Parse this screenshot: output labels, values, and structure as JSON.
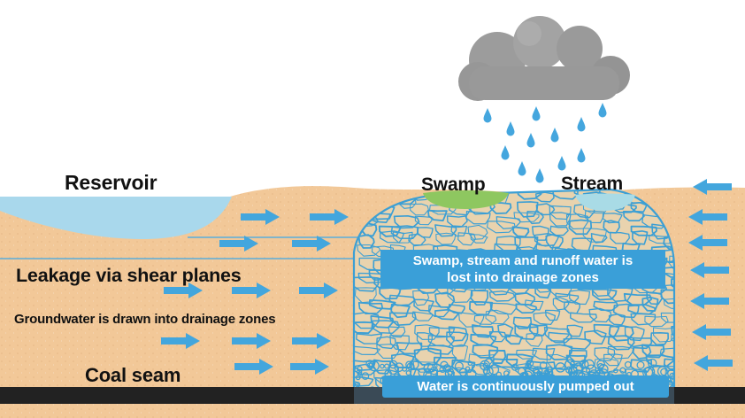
{
  "labels": {
    "reservoir": "Reservoir",
    "swamp": "Swamp",
    "stream": "Stream",
    "leakage": "Leakage via shear planes",
    "groundwater": "Groundwater is drawn into drainage zones",
    "coal_seam": "Coal seam"
  },
  "callouts": {
    "lost_line1": "Swamp, stream and runoff water is",
    "lost_line2": "lost into drainage zones",
    "pumped": "Water is continuously pumped out"
  },
  "icons": [
    "rain-cloud-icon",
    "raindrop-icon",
    "flow-arrow-icon"
  ],
  "colors": {
    "sandstone": "#f2c898",
    "reservoir_water": "#a9d8ec",
    "swamp": "#8ec760",
    "stream": "#a9dbe6",
    "crack_lines": "#3c9fd4",
    "callout_fill": "#3a9fd8",
    "arrow_fill": "#43a6dd",
    "coal_seam": "#222222",
    "cloud": "#9c9c9c",
    "raindrop": "#44a6de"
  }
}
